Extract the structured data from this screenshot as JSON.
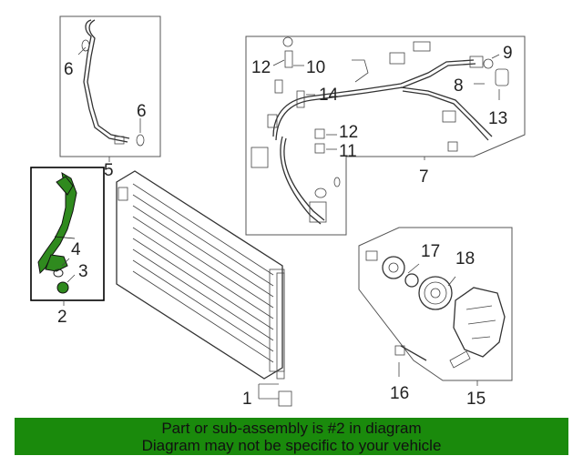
{
  "callouts": {
    "c1": "1",
    "c2": "2",
    "c3": "3",
    "c4": "4",
    "c5": "5",
    "c6a": "6",
    "c6b": "6",
    "c7": "7",
    "c8": "8",
    "c9": "9",
    "c10": "10",
    "c11": "11",
    "c12a": "12",
    "c12b": "12",
    "c13": "13",
    "c14": "14",
    "c15": "15",
    "c16": "16",
    "c17": "17",
    "c18": "18"
  },
  "highlighted_part": "2",
  "colors": {
    "highlight": "#2f8a1e",
    "banner": "#1a8a0c"
  },
  "banner": {
    "line1": "Part or sub-assembly is #2 in diagram",
    "line2": "Diagram may not be specific to your vehicle"
  }
}
